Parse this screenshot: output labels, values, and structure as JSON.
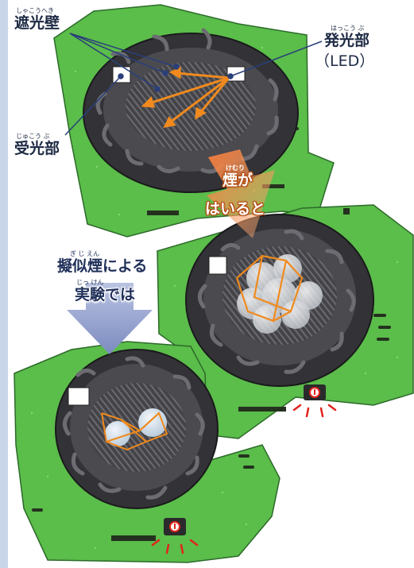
{
  "labels": {
    "shield_wall": {
      "text": "遮光壁",
      "ruby": "しゃこうへき"
    },
    "light_emitter": {
      "text": "発光部",
      "ruby": "はっこう ぶ",
      "sub": "（LED）"
    },
    "light_receiver": {
      "text": "受光部",
      "ruby": "じゅこう ぶ"
    },
    "smoke_enters": {
      "line1": "煙が",
      "ruby1": "けむり",
      "line2": "はいると"
    },
    "simulated_smoke": {
      "line1": "擬似煙による",
      "ruby1": "ぎ じ えん",
      "line2": "実験では",
      "ruby2": "じっ けん"
    }
  },
  "colors": {
    "background": "#ffffff",
    "left_stripe": "#c9d6ea",
    "pcb_green": "#5bbd4a",
    "pcb_edge": "#2c6a2a",
    "detector_dark": "#3a3a3e",
    "ray_orange": "#f08a1e",
    "callout_navy": "#2a3f7a",
    "smoke_arrow": "#f0783c",
    "down_arrow": "#8a98c8",
    "alarm_red": "#e0241c"
  }
}
